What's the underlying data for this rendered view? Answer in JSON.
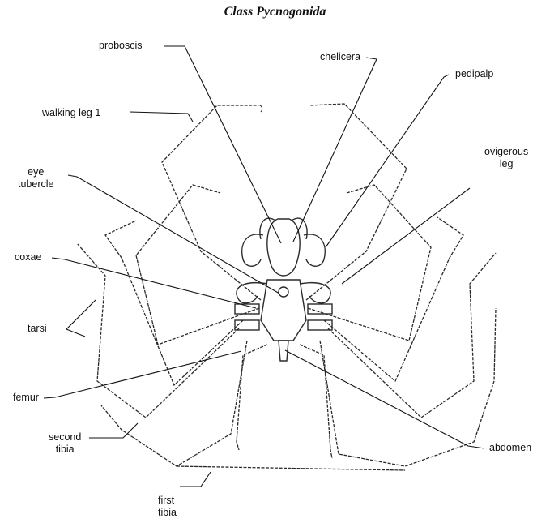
{
  "title": "Class Pycnogonida",
  "labels": {
    "proboscis": "proboscis",
    "chelicera": "chelicera",
    "pedipalp": "pedipalp",
    "walking_leg_1": "walking leg 1",
    "ovigerous_leg_line1": "ovigerous",
    "ovigerous_leg_line2": "leg",
    "eye_tubercle_line1": "eye",
    "eye_tubercle_line2": "tubercle",
    "coxae": "coxae",
    "tarsi": "tarsi",
    "femur": "femur",
    "second_tibia_line1": "second",
    "second_tibia_line2": "tibia",
    "abdomen": "abdomen",
    "first_tibia_line1": "first",
    "first_tibia_line2": "tibia"
  },
  "colors": {
    "ink": "#111111",
    "background": "#ffffff"
  }
}
